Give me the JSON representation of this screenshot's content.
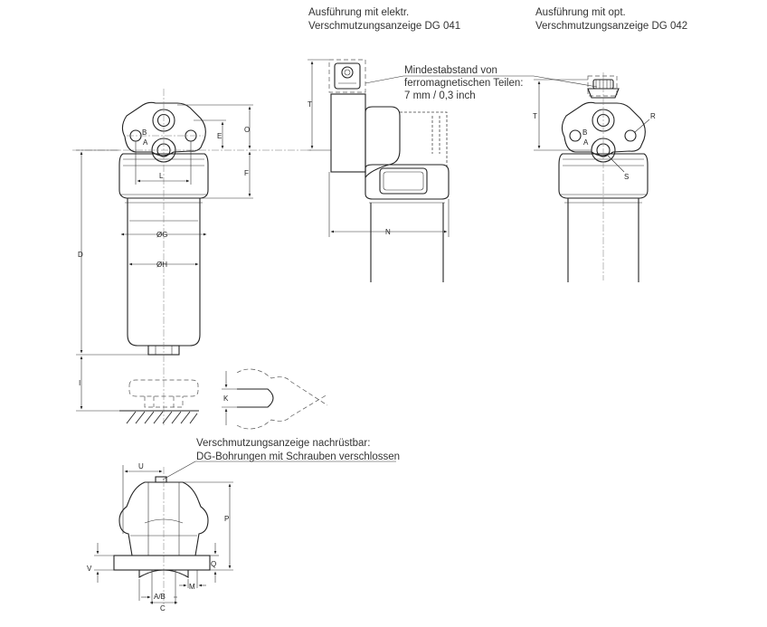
{
  "captions": {
    "dg041": [
      "Ausführung mit elektr.",
      "Verschmutzungsanzeige DG 041"
    ],
    "dg042": [
      "Ausführung mit opt.",
      "Verschmutzungsanzeige DG 042"
    ],
    "distance": [
      "Mindestabstand von",
      "ferromagnetischen Teilen:",
      "7 mm / 0,3 inch"
    ],
    "retrofit": [
      "Verschmutzungsanzeige nachrüstbar:",
      "DG-Bohrungen mit Schrauben verschlossen"
    ]
  },
  "labels": {
    "A": "A",
    "B": "B",
    "C": "C",
    "D": "D",
    "E": "E",
    "F": "F",
    "G": "ØG",
    "H": "ØH",
    "I": "I",
    "K": "K",
    "L": "L",
    "M": "M",
    "N": "N",
    "O": "O",
    "P": "P",
    "Q": "Q",
    "R": "R",
    "S": "S",
    "T": "T",
    "U": "U",
    "V": "V",
    "AB": "A/B"
  },
  "colors": {
    "line": "#222222",
    "text": "#333333",
    "background": "#ffffff"
  }
}
